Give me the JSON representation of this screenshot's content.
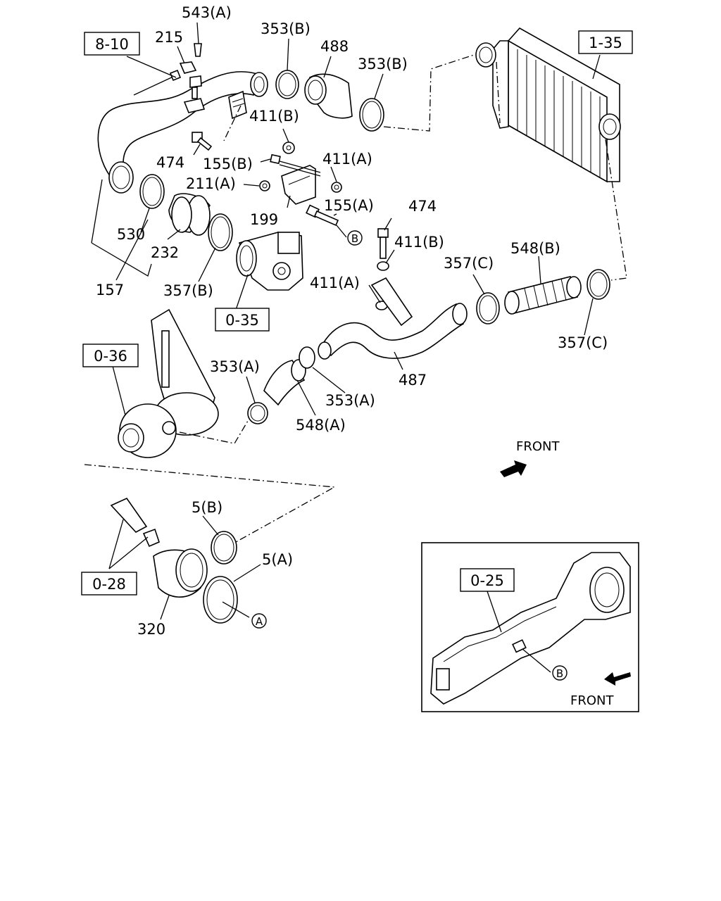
{
  "callouts": {
    "c543a": "543(A)",
    "c215": "215",
    "c353b_1": "353(B)",
    "c488": "488",
    "c353b_2": "353(B)",
    "c411b_1": "411(B)",
    "c474_1": "474",
    "c155b": "155(B)",
    "c411a_1": "411(A)",
    "c211a": "211(A)",
    "c155a": "155(A)",
    "c474_2": "474",
    "c199": "199",
    "c530": "530",
    "c232": "232",
    "c157": "157",
    "c357b": "357(B)",
    "c411b_2": "411(B)",
    "c357c_1": "357(C)",
    "c548b": "548(B)",
    "c411a_2": "411(A)",
    "c357c_2": "357(C)",
    "c353a_1": "353(A)",
    "c487": "487",
    "c353a_2": "353(A)",
    "c548a": "548(A)",
    "c5b": "5(B)",
    "c5a": "5(A)",
    "c320": "320"
  },
  "references": {
    "r810": "8-10",
    "r135": "1-35",
    "r035": "0-35",
    "r036": "0-36",
    "r028": "0-28",
    "r025": "0-25"
  },
  "markers": {
    "mB_main": "B",
    "mA": "A",
    "mB_inset": "B"
  },
  "direction": {
    "front_main": "FRONT",
    "front_inset": "FRONT"
  }
}
